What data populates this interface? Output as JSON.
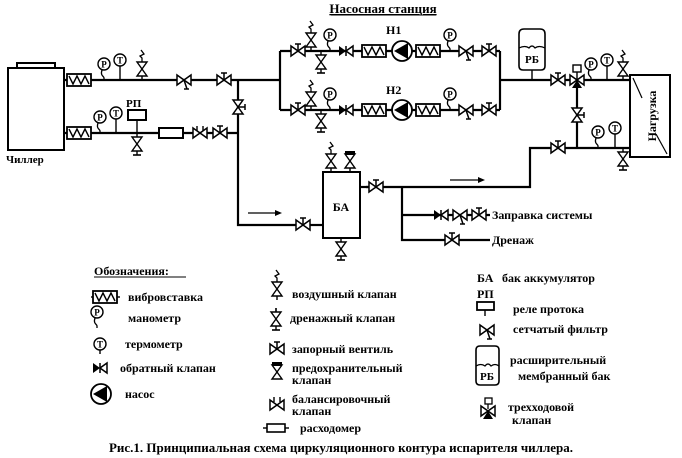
{
  "diagram": {
    "title": "Насосная станция",
    "caption": "Рис.1. Принципиальная схема циркуляционного контура испарителя чиллера.",
    "components": {
      "chiller": "Чиллер",
      "flow_relay_tag": "РП",
      "pump1": "Н1",
      "pump2": "Н2",
      "expansion_tank": "РБ",
      "load": "Нагрузка",
      "accumulator": "БА",
      "system_fill": "Заправка системы",
      "drain": "Дренаж",
      "gauge_symbol": "P",
      "thermo_symbol": "T"
    },
    "legend": {
      "heading": "Обозначения:",
      "col1": [
        {
          "icon": "vibration-insert-icon",
          "label": "вибровставка"
        },
        {
          "icon": "pressure-gauge-icon",
          "label": "манометр"
        },
        {
          "icon": "thermometer-icon",
          "label": "термометр"
        },
        {
          "icon": "check-valve-icon",
          "label": "обратный клапан"
        },
        {
          "icon": "pump-icon",
          "label": "насос"
        }
      ],
      "col2": [
        {
          "icon": "air-valve-icon",
          "label": "воздушный клапан"
        },
        {
          "icon": "drain-valve-icon",
          "label": "дренажный клапан"
        },
        {
          "icon": "shutoff-valve-icon",
          "label": "запорный вентиль"
        },
        {
          "icon": "safety-valve-icon",
          "label": "предохранительный",
          "label2": "клапан"
        },
        {
          "icon": "balancing-valve-icon",
          "label": "балансировочный",
          "label2": "клапан"
        },
        {
          "icon": "flowmeter-icon",
          "label": "расходомер"
        }
      ],
      "col3": [
        {
          "icon": "accumulator-tag",
          "tag": "БА",
          "label": "бак аккумулятор"
        },
        {
          "icon": "flow-relay-icon",
          "tag": "РП",
          "label": "реле протока"
        },
        {
          "icon": "strainer-icon",
          "label": "сетчатый фильтр"
        },
        {
          "icon": "expansion-tank-icon",
          "tag": "РБ",
          "label": "расширительный",
          "label2": "мембранный бак"
        },
        {
          "icon": "three-way-valve-icon",
          "label": "трехходовой",
          "label2": "клапан"
        }
      ]
    }
  }
}
